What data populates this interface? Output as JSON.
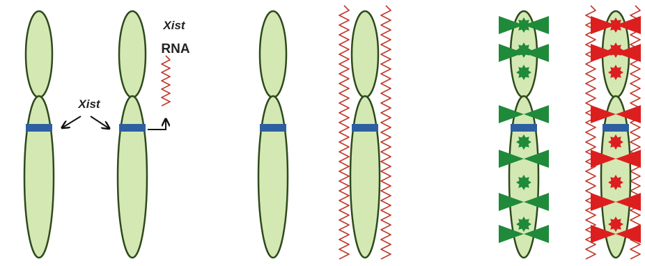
{
  "labels": {
    "xist_gene": "Xist",
    "xist_rna_line1": "Xist",
    "xist_rna_line2": "RNA"
  },
  "colors": {
    "chromosome_fill": "#d4e8b4",
    "chromosome_outline": "#2e4a1c",
    "xist_band": "#2e5fa0",
    "rna_wave": "#c0392b",
    "silencing_green": "#1e8a3a",
    "silencing_red": "#dd1e1e",
    "arrow": "#111111"
  },
  "icons": [
    "bowtie-marker-icon",
    "star-marker-icon",
    "wavy-rna-icon",
    "arrow-icon"
  ]
}
